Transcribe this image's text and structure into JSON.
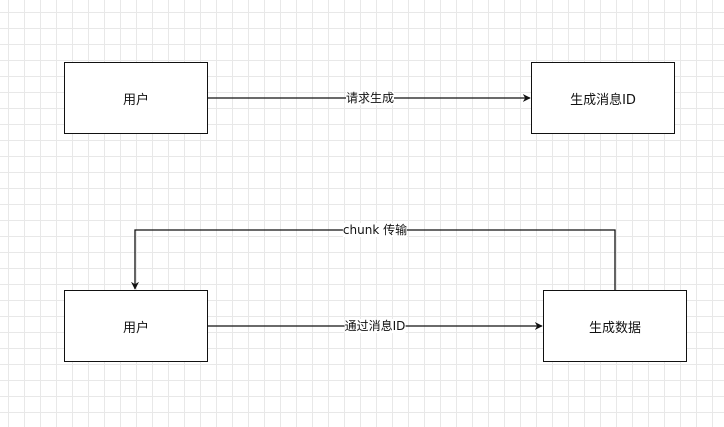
{
  "nodes": {
    "user_top": "用户",
    "generate_msg_id": "生成消息ID",
    "user_bottom": "用户",
    "generate_data": "生成数据"
  },
  "edges": {
    "request_generate": "请求生成",
    "chunk_transfer": "chunk 传输",
    "via_msg_id": "通过消息ID"
  }
}
